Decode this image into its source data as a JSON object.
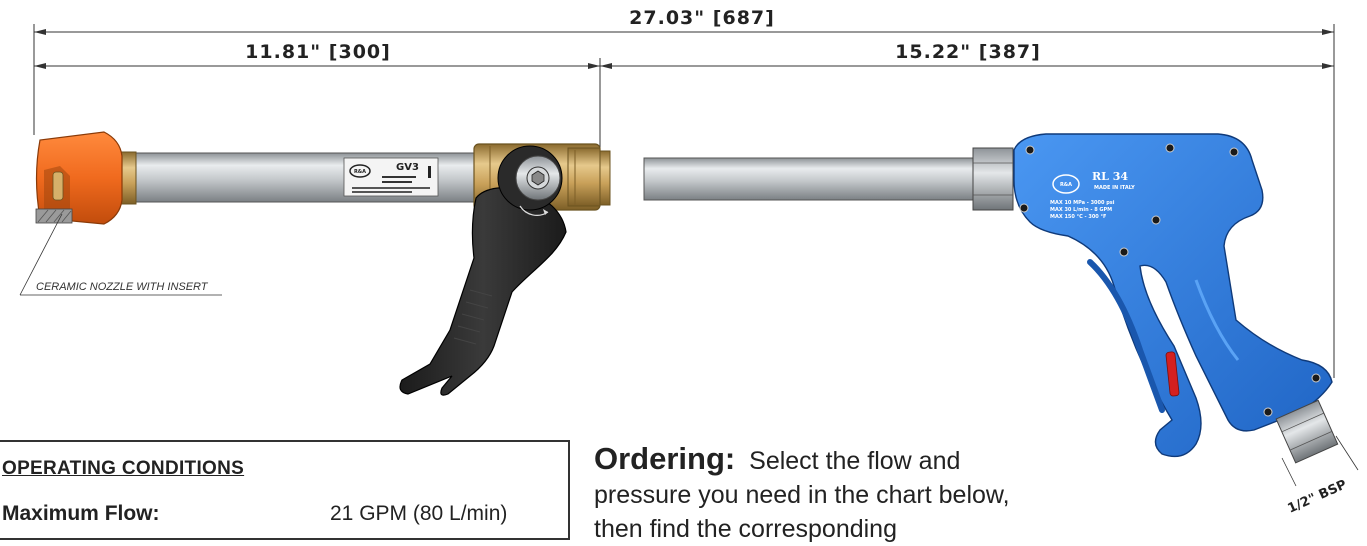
{
  "dimensions": {
    "overall": "27.03\" [687]",
    "left_segment": "11.81\" [300]",
    "right_segment": "15.22\" [387]"
  },
  "callouts": {
    "nozzle": "CERAMIC NOZZLE WITH INSERT",
    "inlet_thread": "1/2\" BSP"
  },
  "part_markings": {
    "valve_model": "GV3",
    "gun_model": "RL 34",
    "made_in": "MADE IN ITALY",
    "gun_rating_lines": [
      "MAX 10 MPa - 3000 psi",
      "MAX 30 L/min - 8 GPM",
      "MAX 150 °C - 300 °F"
    ],
    "logo": "R&A"
  },
  "operating_conditions": {
    "title": "OPERATING CONDITIONS",
    "row_label": "Maximum Flow:",
    "row_value": "21 GPM (80 L/min)"
  },
  "ordering": {
    "heading": "Ordering:",
    "text": "Select the flow and pressure you need in the chart below, then find the corresponding"
  },
  "colors": {
    "nozzle_orange": "#f06a1e",
    "brass": "#c9a15a",
    "gun_blue": "#2f7fe0",
    "steel": "#c8ccd0",
    "grip_black": "#2a2a2a",
    "trigger_red": "#d42020"
  }
}
